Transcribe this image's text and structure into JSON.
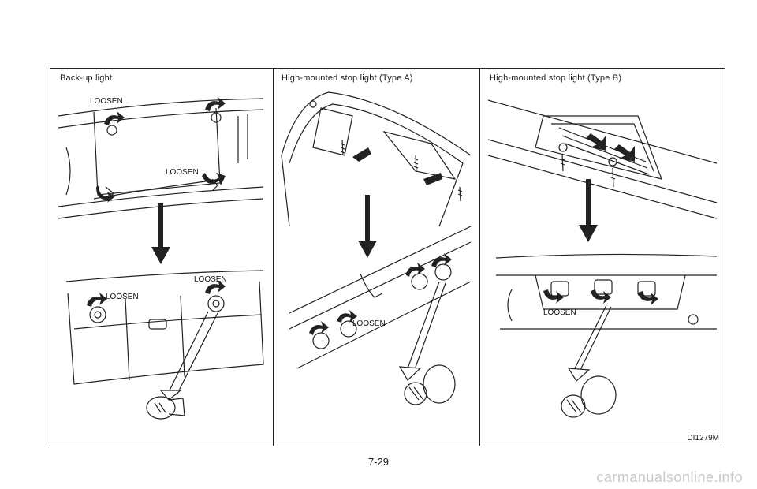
{
  "panels": [
    {
      "title": "Back-up light",
      "callouts": [
        "LOOSEN",
        "LOOSEN",
        "LOOSEN",
        "LOOSEN"
      ]
    },
    {
      "title": "High-mounted stop light (Type A)",
      "callouts": [
        "LOOSEN"
      ]
    },
    {
      "title": "High-mounted stop light (Type B)",
      "callouts": [
        "LOOSEN"
      ]
    }
  ],
  "figure_id": "DI1279M",
  "page_number": "7-29",
  "watermark": "carmanualsonline.info"
}
